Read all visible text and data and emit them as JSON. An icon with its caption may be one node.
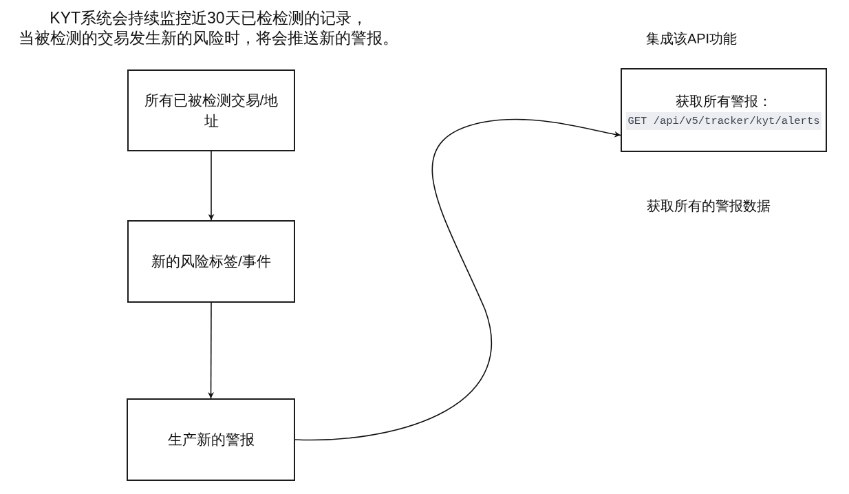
{
  "diagram": {
    "title": "KYT系统会持续监控近30天已检检测的记录，当被检测的交易发生新的风险时，将会推送新的警报。",
    "nodes": [
      {
        "text": [
          "所有已被检测交易/地址"
        ]
      },
      {
        "text": [
          "新的风险标签/事件"
        ]
      },
      {
        "text": [
          "生产新的警报"
        ]
      },
      {
        "text": [
          "获取所有警报：",
          "GET /api/v5/tracker/kyt/alerts"
        ],
        "beside": [
          "集成该API功能",
          "获取所有的警报数据"
        ]
      }
    ],
    "edges": [
      {
        "from": 0,
        "to": 1,
        "arrow": "to"
      },
      {
        "from": 1,
        "to": 2,
        "arrow": "to"
      },
      {
        "from": 2,
        "to": 3,
        "arrow": "to"
      }
    ]
  }
}
